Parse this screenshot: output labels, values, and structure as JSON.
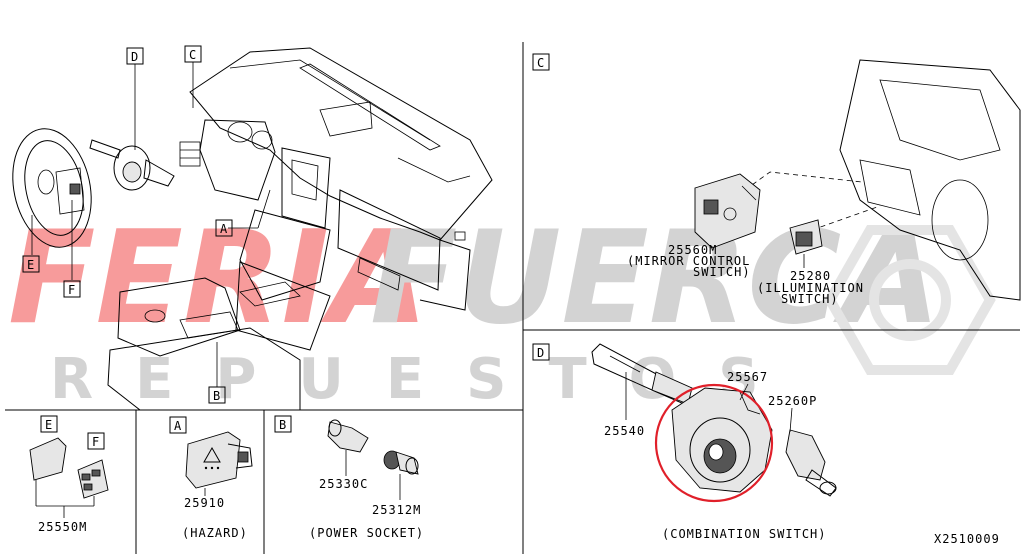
{
  "watermark": {
    "line1": "FERIA",
    "line2": "FUERCA",
    "line3": "REPUESTOS",
    "color": "#f24a4a"
  },
  "highlight_color": "#e0202a",
  "main": {
    "boxes": {
      "D": "D",
      "C": "C",
      "A": "A",
      "E": "E",
      "F": "F",
      "B": "B"
    }
  },
  "section_c": {
    "letter": "C",
    "parts": [
      {
        "number": "25560M",
        "name_line1": "(MIRROR CONTROL",
        "name_line2": "SWITCH)"
      },
      {
        "number": "25280",
        "name_line1": "(ILLUMINATION",
        "name_line2": "SWITCH)"
      }
    ]
  },
  "section_d": {
    "letter": "D",
    "parts": [
      {
        "number": "25567"
      },
      {
        "number": "25260P"
      },
      {
        "number": "25540"
      }
    ],
    "caption": "(COMBINATION SWITCH)"
  },
  "section_ef": {
    "letter_e": "E",
    "letter_f": "F",
    "number": "25550M"
  },
  "section_a": {
    "letter": "A",
    "number": "25910",
    "caption": "(HAZARD)"
  },
  "section_b": {
    "letter": "B",
    "parts": [
      {
        "number": "25330C"
      },
      {
        "number": "25312M"
      }
    ],
    "caption": "(POWER SOCKET)"
  },
  "diagram_id": "X2510009"
}
